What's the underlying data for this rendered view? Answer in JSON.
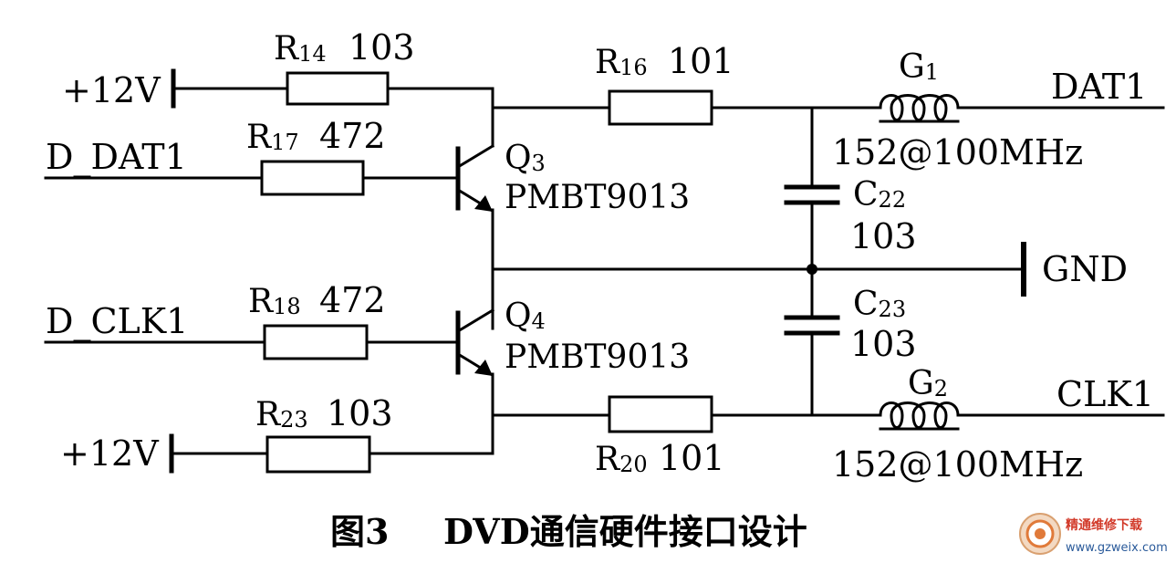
{
  "nets": {
    "vcc_top": "+12V",
    "vcc_bottom": "+12V",
    "d_dat1": "D_DAT1",
    "d_clk1": "D_CLK1",
    "dat1": "DAT1",
    "clk1": "CLK1",
    "gnd": "GND"
  },
  "components": {
    "r14": {
      "ref": "R",
      "sub": "14",
      "value": "103"
    },
    "r16": {
      "ref": "R",
      "sub": "16",
      "value": "101"
    },
    "r17": {
      "ref": "R",
      "sub": "17",
      "value": "472"
    },
    "r18": {
      "ref": "R",
      "sub": "18",
      "value": "472"
    },
    "r20": {
      "ref": "R",
      "sub": "20",
      "value": "101"
    },
    "r23": {
      "ref": "R",
      "sub": "23",
      "value": "103"
    },
    "q3": {
      "ref": "Q",
      "sub": "3",
      "part": "PMBT9013"
    },
    "q4": {
      "ref": "Q",
      "sub": "4",
      "part": "PMBT9013"
    },
    "c22": {
      "ref": "C",
      "sub": "22",
      "value": "103"
    },
    "c23": {
      "ref": "C",
      "sub": "23",
      "value": "103"
    },
    "g1": {
      "ref": "G",
      "sub": "1",
      "value": "152@100MHz"
    },
    "g2": {
      "ref": "G",
      "sub": "2",
      "value": "152@100MHz"
    }
  },
  "caption": {
    "figure": "图3",
    "title": "DVD通信硬件接口设计"
  },
  "watermark": {
    "text": "精通维修下载",
    "url": "www.gzweix.com"
  }
}
